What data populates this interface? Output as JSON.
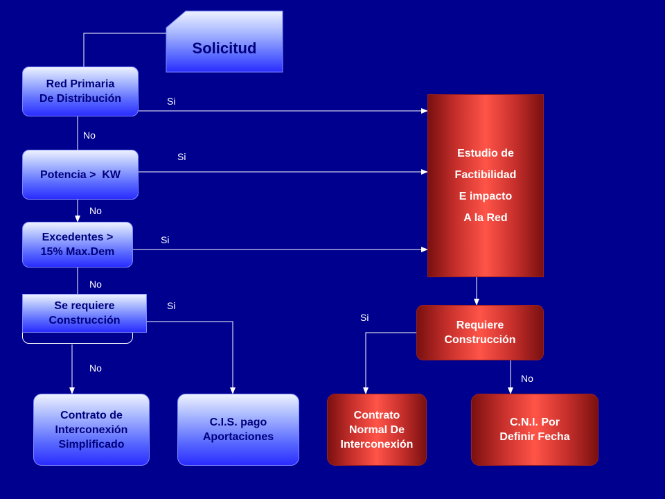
{
  "nodes": {
    "solicitud": "Solicitud",
    "red_primaria": [
      "Red Primaria",
      "De Distribución"
    ],
    "potencia": [
      "Potencia >  KW"
    ],
    "excedentes": [
      "Excedentes >",
      "15% Max.Dem"
    ],
    "se_requiere": [
      "Se requiere",
      "Construcción"
    ],
    "estudio": [
      "Estudio de",
      "Factibilidad",
      "E impacto",
      "A la Red"
    ],
    "requiere": [
      "Requiere",
      "Construcción"
    ],
    "contrato_simplificado": [
      "Contrato de",
      "Interconexión",
      "Simplificado"
    ],
    "cis": [
      "C.I.S. pago",
      "Aportaciones"
    ],
    "contrato_normal": [
      "Contrato",
      "Normal De",
      "Interconexión"
    ],
    "cni": [
      "C.N.I. Por",
      "Definir Fecha"
    ]
  },
  "edge_labels": {
    "si_1": "Si",
    "si_2": "Si",
    "si_3": "Si",
    "si_4": "Si",
    "si_5": "Si",
    "no_1": "No",
    "no_2": "No",
    "no_3": "No",
    "no_4": "No",
    "no_5": "No"
  },
  "colors": {
    "background": "#00008f",
    "line": "#ffffff",
    "blue_text": "#00007a",
    "red_text": "#ffffff"
  }
}
